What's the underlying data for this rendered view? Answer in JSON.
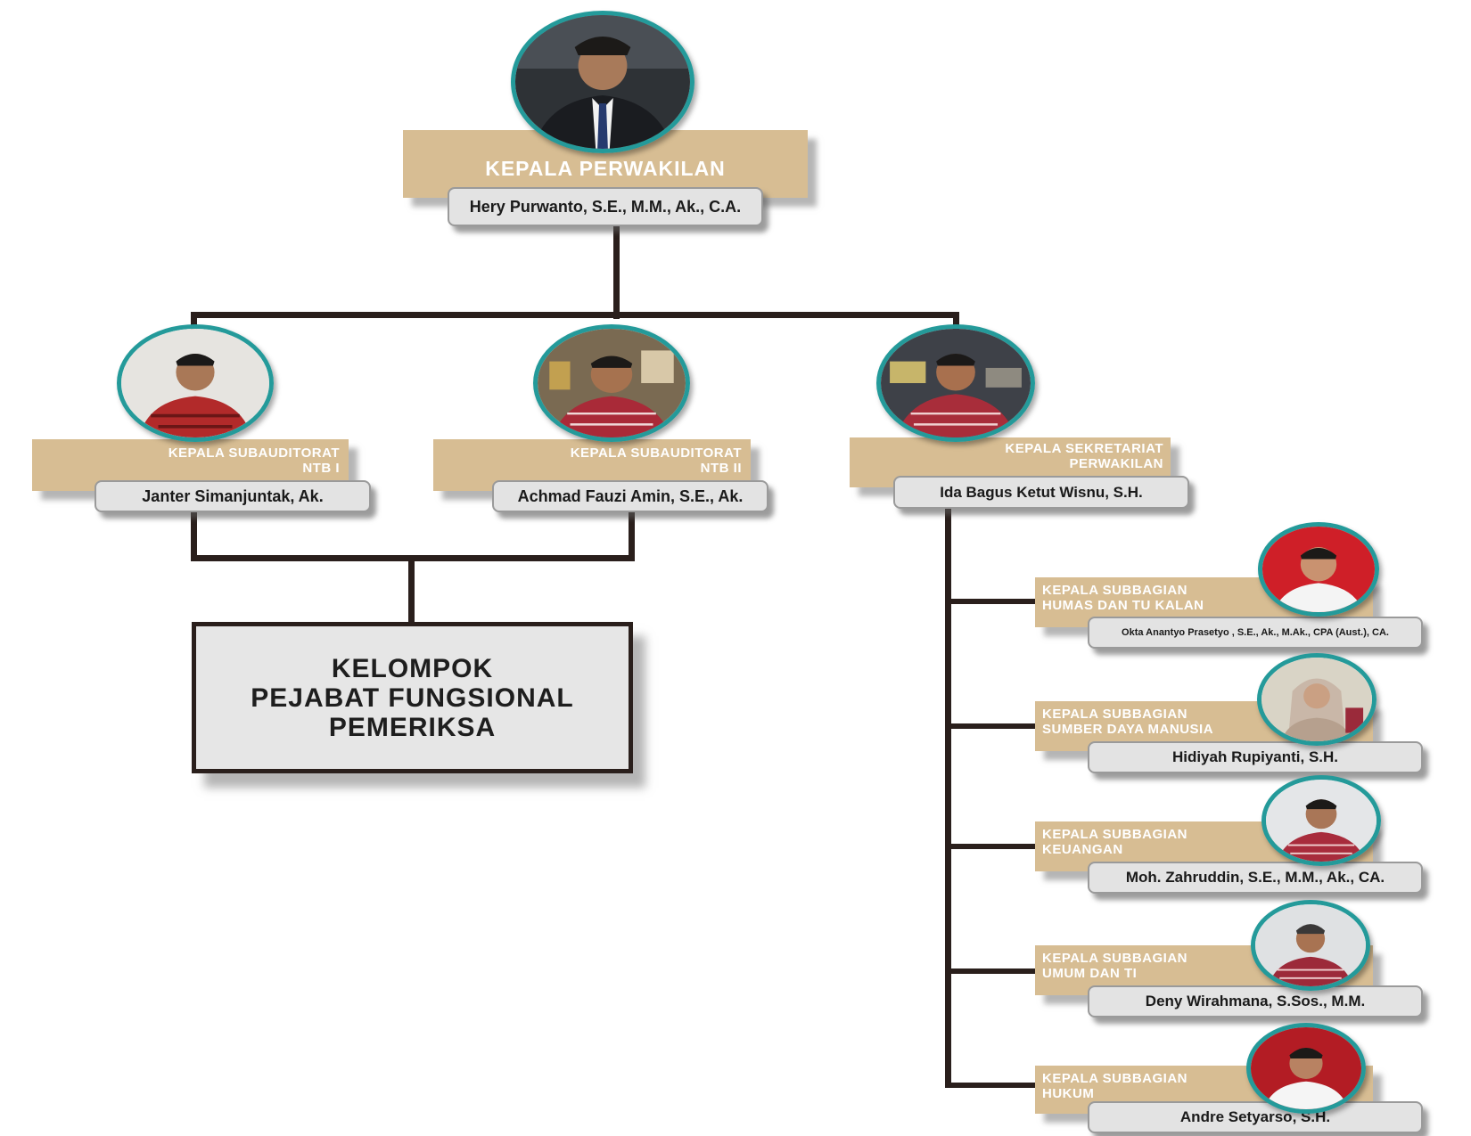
{
  "head": {
    "title": "KEPALA PERWAKILAN",
    "name": "Hery Purwanto, S.E., M.M., Ak., C.A."
  },
  "level2": [
    {
      "title_line1": "KEPALA SUBAUDITORAT",
      "title_line2": "NTB I",
      "name": "Janter Simanjuntak, Ak."
    },
    {
      "title_line1": "KEPALA SUBAUDITORAT",
      "title_line2": "NTB II",
      "name": "Achmad Fauzi Amin, S.E., Ak."
    },
    {
      "title_line1": "KEPALA SEKRETARIAT",
      "title_line2": "PERWAKILAN",
      "name": "Ida Bagus Ketut Wisnu, S.H."
    }
  ],
  "group": {
    "line1": "KELOMPOK",
    "line2": "PEJABAT FUNGSIONAL",
    "line3": "PEMERIKSA"
  },
  "subsections": [
    {
      "title_line1": "KEPALA SUBBAGIAN",
      "title_line2": "HUMAS DAN TU KALAN",
      "name": "Okta Anantyo Prasetyo , S.E., Ak., M.Ak., CPA (Aust.), CA."
    },
    {
      "title_line1": "KEPALA SUBBAGIAN",
      "title_line2": "SUMBER DAYA MANUSIA",
      "name": "Hidiyah Rupiyanti, S.H."
    },
    {
      "title_line1": "KEPALA SUBBAGIAN",
      "title_line2": "KEUANGAN",
      "name": "Moh. Zahruddin, S.E., M.M., Ak., CA."
    },
    {
      "title_line1": "KEPALA SUBBAGIAN",
      "title_line2": "UMUM DAN TI",
      "name": "Deny Wirahmana, S.Sos., M.M."
    },
    {
      "title_line1": "KEPALA SUBBAGIAN",
      "title_line2": "HUKUM",
      "name": "Andre Setyarso, S.H."
    }
  ],
  "colors": {
    "title_band": "#d7bd93",
    "photo_ring": "#249a9a",
    "connector": "#2a1f1c",
    "name_box": "#e3e3e3"
  }
}
